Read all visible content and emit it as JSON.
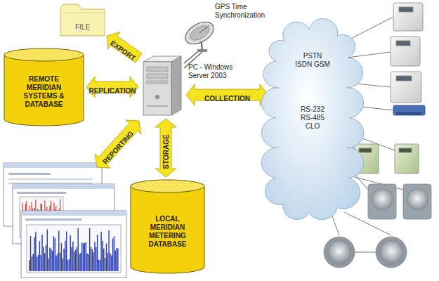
{
  "diagram": {
    "nodes": [
      {
        "text": [
          "FILE"
        ]
      },
      {
        "text": [
          "REMOTE MERIDIAN SYSTEMS & DATABASE"
        ]
      },
      {
        "text": [
          "PC - Windows Server 2003"
        ]
      },
      {
        "text": [
          "PSTN ISDN GSM",
          "RS-232 RS-485 CLO"
        ]
      },
      {
        "text": [
          "LOCAL MERIDIAN METERING DATABASE"
        ]
      }
    ],
    "edges": [
      {
        "from": 2,
        "to": 0,
        "arrow": "to",
        "label": "EXPORT"
      },
      {
        "from": 1,
        "to": 2,
        "arrow": "both",
        "label": "REPLICATION"
      },
      {
        "from": 2,
        "to": 3,
        "arrow": "both",
        "label": "COLLECTION"
      },
      {
        "from": 2,
        "to": 4,
        "arrow": "both",
        "label": "STORAGE"
      }
    ],
    "labels": [
      "GPS Time Synchronization",
      "REPORTING"
    ]
  }
}
